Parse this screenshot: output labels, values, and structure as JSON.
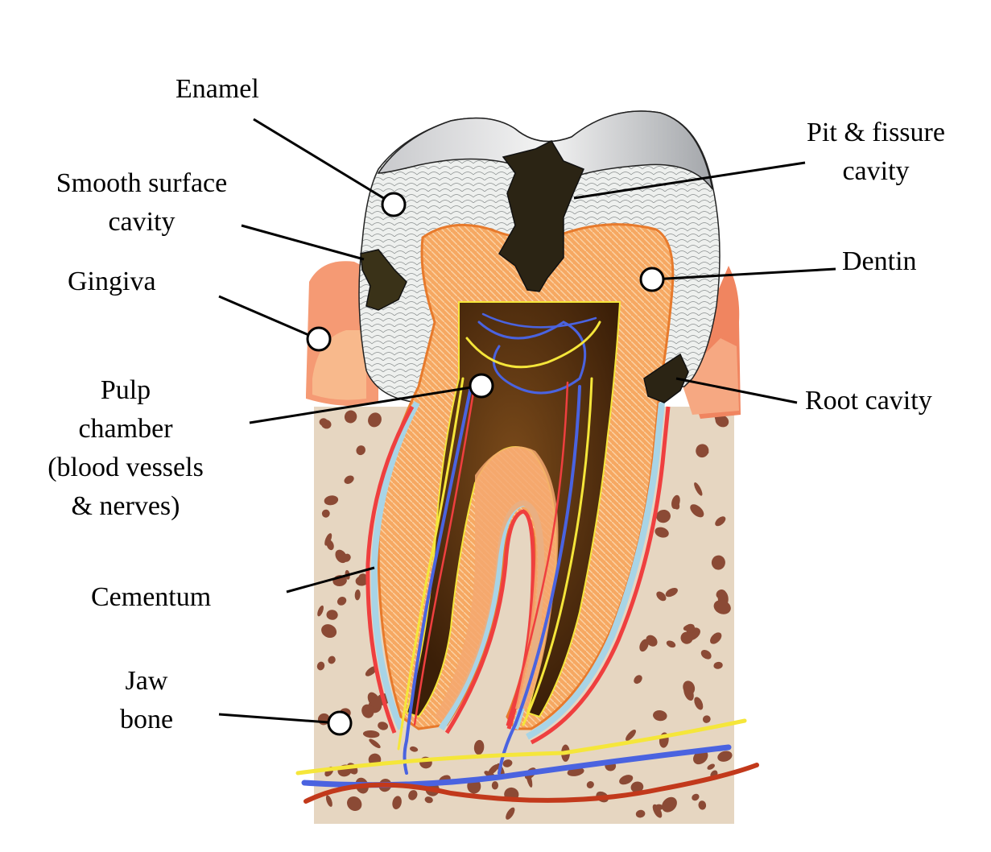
{
  "labels": {
    "enamel": "Enamel",
    "smooth_surface_cavity": [
      "Smooth surface",
      "cavity"
    ],
    "gingiva": "Gingiva",
    "pulp_chamber": [
      "Pulp",
      "chamber",
      "(blood vessels",
      "& nerves)"
    ],
    "cementum": "Cementum",
    "jaw_bone": [
      "Jaw",
      "bone"
    ],
    "pit_fissure_cavity": [
      "Pit & fissure",
      "cavity"
    ],
    "dentin": "Dentin",
    "root_cavity": "Root cavity"
  },
  "colors": {
    "enamel_gray": "#c9ccd0",
    "dentin_orange": "#f4a35c",
    "pulp_dark": "#4a2a10",
    "decay_black": "#2b2414",
    "gingiva_pink": "#f59a74",
    "bone_beige": "#e3d4bf",
    "bone_pore": "#8b4a35",
    "cementum_blue": "#a8d4e6",
    "artery_red": "#ef3f3f",
    "vein_blue": "#4a63e0",
    "nerve_yellow": "#f5e63a",
    "vessel_darkred": "#c2391b"
  }
}
